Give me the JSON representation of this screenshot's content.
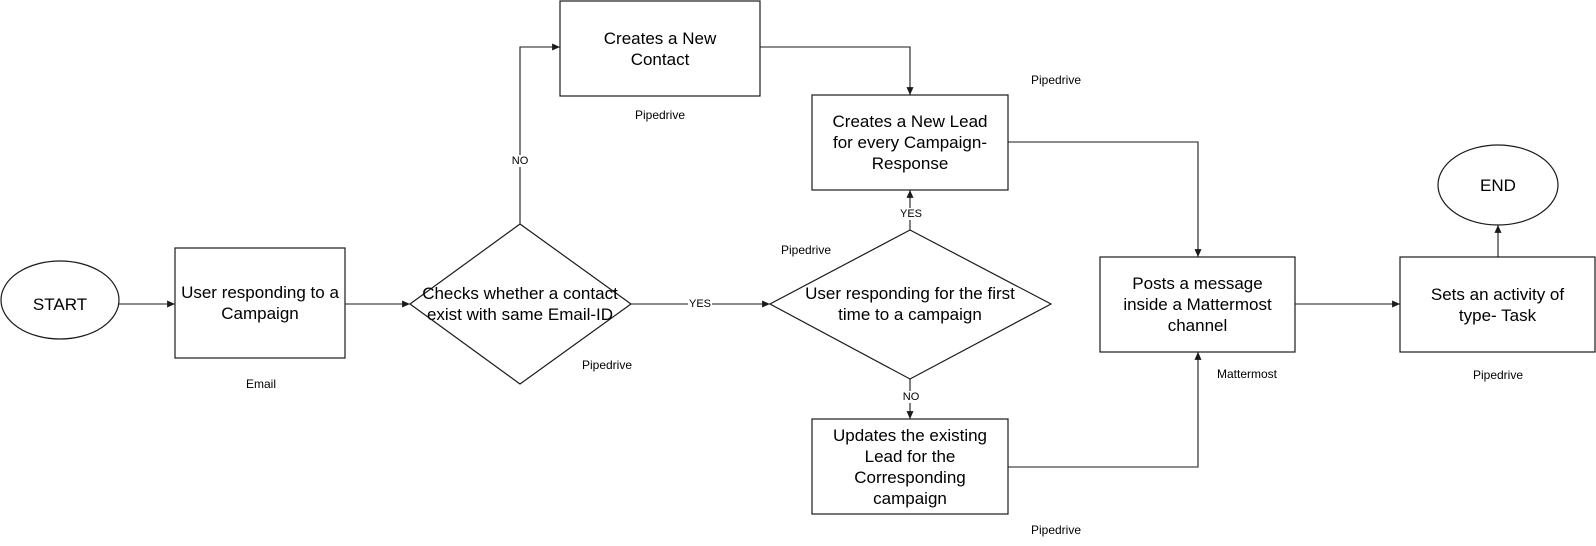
{
  "nodes": {
    "start": {
      "label": "START"
    },
    "user_responding": {
      "label": "User responding to a Campaign",
      "tool": "Email"
    },
    "check_contact": {
      "label": "Checks whether a contact exist with same Email-ID",
      "tool": "Pipedrive"
    },
    "create_contact": {
      "label": "Creates a New Contact",
      "tool": "Pipedrive"
    },
    "first_time": {
      "label": "User responding for the first time to a campaign",
      "tool": "Pipedrive"
    },
    "create_lead": {
      "label": "Creates a New Lead for every Campaign-Response",
      "tool": "Pipedrive"
    },
    "update_lead": {
      "label": "Updates the existing Lead for the Corresponding campaign",
      "tool": "Pipedrive"
    },
    "post_message": {
      "label": "Posts a message inside a Mattermost channel",
      "tool": "Mattermost"
    },
    "set_activity": {
      "label": "Sets an activity of type- Task",
      "tool": "Pipedrive"
    },
    "end": {
      "label": "END"
    }
  },
  "edges": {
    "check_no": "NO",
    "check_yes": "YES",
    "first_yes": "YES",
    "first_no": "NO"
  }
}
